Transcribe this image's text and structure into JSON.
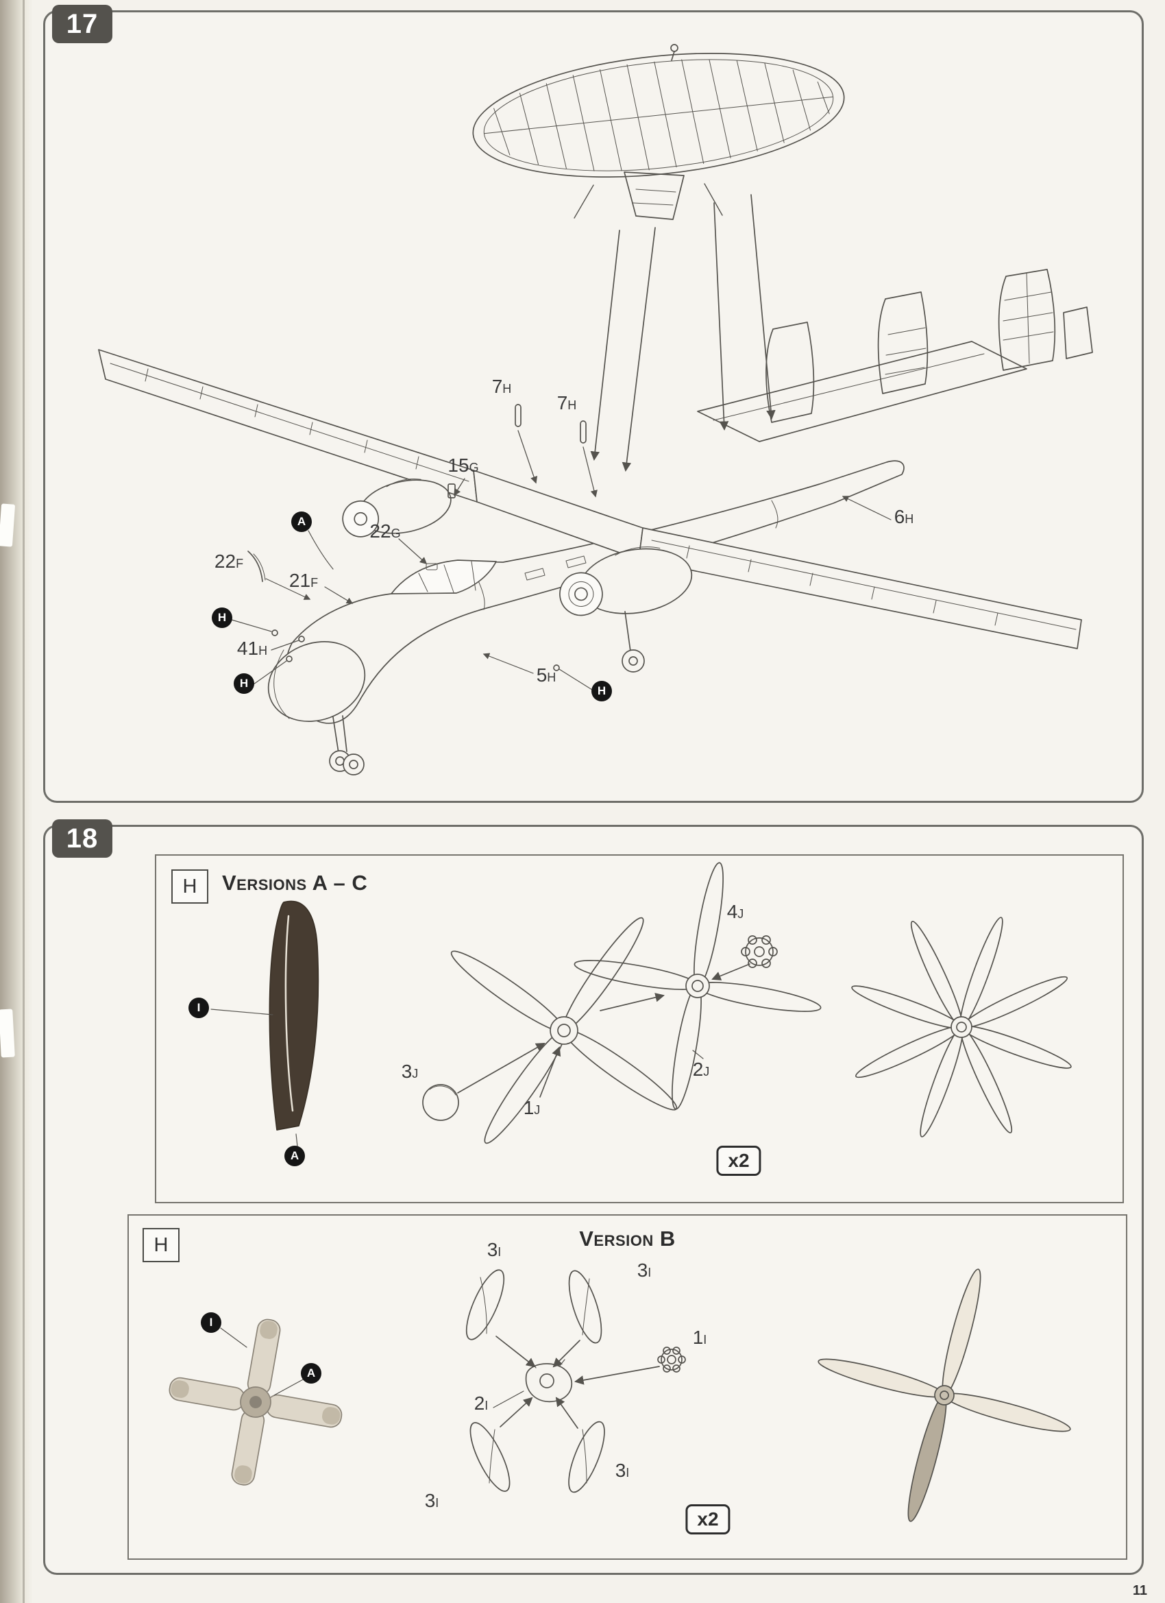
{
  "page": {
    "number": "11"
  },
  "step17": {
    "badge": "17",
    "callouts": [
      {
        "num": "7",
        "sub": "H"
      },
      {
        "num": "7",
        "sub": "H"
      },
      {
        "num": "15",
        "sub": "G"
      },
      {
        "num": "22",
        "sub": "G"
      },
      {
        "num": "22",
        "sub": "F"
      },
      {
        "num": "21",
        "sub": "F"
      },
      {
        "num": "41",
        "sub": "H"
      },
      {
        "num": "5",
        "sub": "H"
      },
      {
        "num": "6",
        "sub": "H"
      }
    ],
    "markers": {
      "a": "A",
      "h1": "H",
      "h2": "H",
      "h3": "H"
    }
  },
  "step18": {
    "badge": "18",
    "panel_ac": {
      "tag": "H",
      "title": "Versions A – C",
      "labels": [
        {
          "num": "3",
          "sub": "J"
        },
        {
          "num": "1",
          "sub": "J"
        },
        {
          "num": "4",
          "sub": "J"
        },
        {
          "num": "2",
          "sub": "J"
        }
      ],
      "markers": {
        "i": "I",
        "a": "A"
      },
      "multiplier": "x2"
    },
    "panel_b": {
      "tag": "H",
      "title": "Version B",
      "labels": [
        {
          "num": "3",
          "sub": "I"
        },
        {
          "num": "3",
          "sub": "I"
        },
        {
          "num": "1",
          "sub": "I"
        },
        {
          "num": "2",
          "sub": "I"
        },
        {
          "num": "3",
          "sub": "I"
        },
        {
          "num": "3",
          "sub": "I"
        }
      ],
      "markers": {
        "i": "I",
        "a": "A"
      },
      "multiplier": "x2"
    }
  }
}
